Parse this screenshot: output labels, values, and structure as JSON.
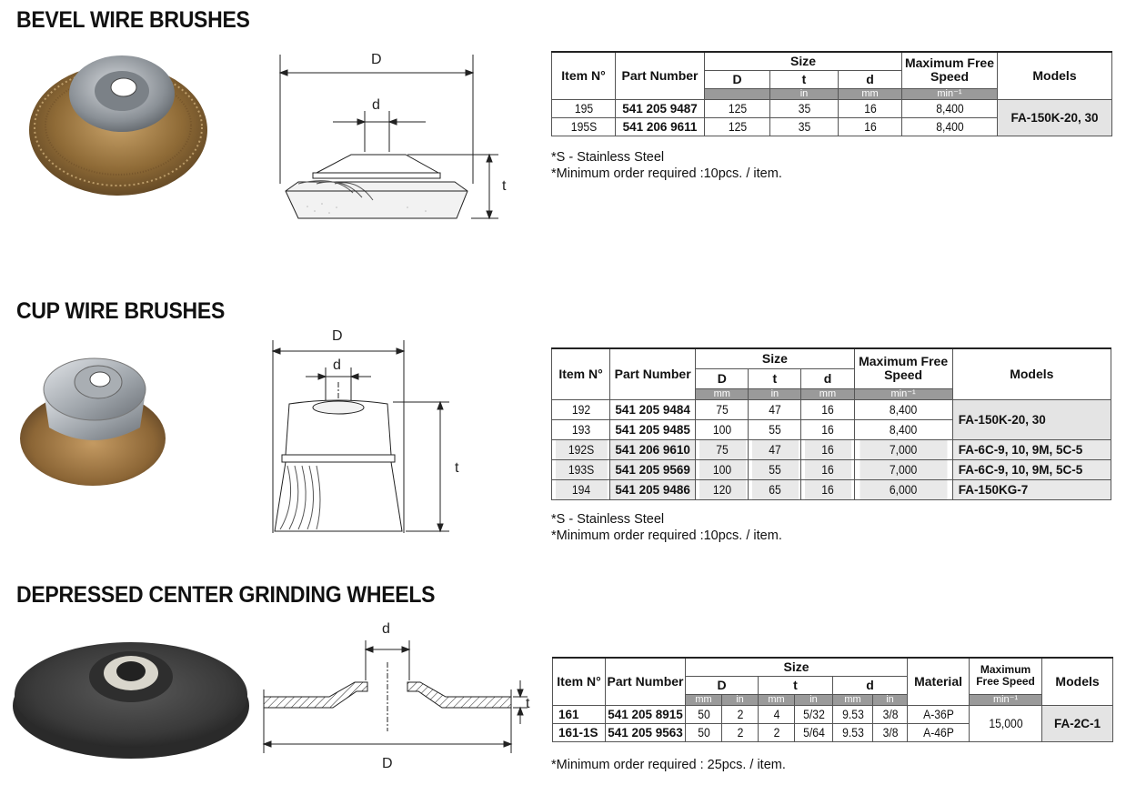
{
  "sections": {
    "bevel": {
      "title": "BEVEL WIRE BRUSHES",
      "diagram_labels": {
        "D": "D",
        "d": "d",
        "t": "t"
      },
      "headers": {
        "item": "Item N°",
        "part": "Part Number",
        "size": "Size",
        "D": "D",
        "t": "t",
        "d": "d",
        "speed": "Maximum Free Speed",
        "models": "Models"
      },
      "units": {
        "t": "in",
        "d": "mm",
        "speed": "min⁻¹"
      },
      "rows": [
        {
          "item": "195",
          "part": "541 205 9487",
          "D": "125",
          "t": "35",
          "d": "16",
          "speed": "8,400"
        },
        {
          "item": "195S",
          "part": "541 206 9611",
          "D": "125",
          "t": "35",
          "d": "16",
          "speed": "8,400"
        }
      ],
      "models": [
        "FA-150K-20, 30"
      ],
      "notes": [
        "*S - Stainless Steel",
        "*Minimum order required :10pcs. / item."
      ]
    },
    "cup": {
      "title": "CUP WIRE BRUSHES",
      "diagram_labels": {
        "D": "D",
        "d": "d",
        "t": "t"
      },
      "headers": {
        "item": "Item N°",
        "part": "Part Number",
        "size": "Size",
        "D": "D",
        "t": "t",
        "d": "d",
        "speed": "Maximum Free Speed",
        "models": "Models"
      },
      "units": {
        "D": "mm",
        "t": "in",
        "d": "mm",
        "speed": "min⁻¹"
      },
      "rows": [
        {
          "item": "192",
          "part": "541 205 9484",
          "D": "75",
          "t": "47",
          "d": "16",
          "speed": "8,400"
        },
        {
          "item": "193",
          "part": "541 205 9485",
          "D": "100",
          "t": "55",
          "d": "16",
          "speed": "8,400"
        },
        {
          "item": "192S",
          "part": "541 206 9610",
          "D": "75",
          "t": "47",
          "d": "16",
          "speed": "7,000"
        },
        {
          "item": "193S",
          "part": "541 205 9569",
          "D": "100",
          "t": "55",
          "d": "16",
          "speed": "7,000"
        },
        {
          "item": "194",
          "part": "541 205 9486",
          "D": "120",
          "t": "65",
          "d": "16",
          "speed": "6,000"
        }
      ],
      "models": [
        "FA-150K-20, 30",
        "FA-6C-9, 10, 9M, 5C-5",
        "FA-6C-9, 10, 9M, 5C-5",
        "FA-150KG-7"
      ],
      "notes": [
        "*S - Stainless Steel",
        "*Minimum order required :10pcs. / item."
      ]
    },
    "grind": {
      "title": "DEPRESSED CENTER GRINDING WHEELS",
      "diagram_labels": {
        "D": "D",
        "d": "d",
        "t": "t"
      },
      "headers": {
        "item": "Item N°",
        "part": "Part Number",
        "size": "Size",
        "D": "D",
        "t": "t",
        "d": "d",
        "material": "Material",
        "speed": "Maximum Free Speed",
        "models": "Models"
      },
      "units": {
        "mm": "mm",
        "in": "in",
        "speed": "min⁻¹"
      },
      "rows": [
        {
          "item": "161",
          "part": "541 205 8915",
          "D_mm": "50",
          "D_in": "2",
          "t_mm": "4",
          "t_in": "5/32",
          "d_mm": "9.53",
          "d_in": "3/8",
          "material": "A-36P"
        },
        {
          "item": "161-1S",
          "part": "541 205 9563",
          "D_mm": "50",
          "D_in": "2",
          "t_mm": "2",
          "t_in": "5/64",
          "d_mm": "9.53",
          "d_in": "3/8",
          "material": "A-46P"
        }
      ],
      "speed": "15,000",
      "models": "FA-2C-1",
      "notes": [
        "*Minimum order required : 25pcs. / item."
      ]
    }
  },
  "colors": {
    "unit_bg": "#9a9a9a",
    "shade_bg": "#e9e9e9",
    "brass": "#a5824a",
    "steel": "#9aa0a6",
    "wheel": "#3d3d3d"
  }
}
